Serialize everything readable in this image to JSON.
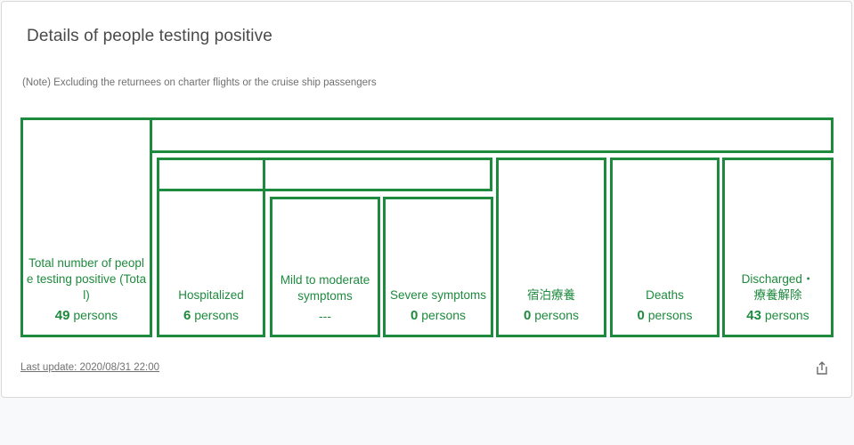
{
  "title": "Details of people testing positive",
  "note": "(Note) Excluding the returnees on charter flights or the cruise ship passengers",
  "cells": {
    "total": {
      "label": "Total number of peopl e testing positive (Total)",
      "value": "49",
      "unit": "persons"
    },
    "hospitalized": {
      "label": "Hospitalized",
      "value": "6",
      "unit": "persons"
    },
    "mild": {
      "label": "Mild to moderate symptoms",
      "value": "---"
    },
    "severe": {
      "label": "Severe symptoms",
      "value": "0",
      "unit": "persons"
    },
    "hotel": {
      "label": "宿泊療養",
      "value": "0",
      "unit": "persons"
    },
    "deaths": {
      "label": "Deaths",
      "value": "0",
      "unit": "persons"
    },
    "discharged": {
      "label": "Discharged・療養解除",
      "value": "43",
      "unit": "persons"
    }
  },
  "footer": {
    "last_update": "Last update: 2020/08/31 22:00"
  },
  "colors": {
    "accent": "#1e8a3e"
  },
  "icons": {
    "share": "share-icon"
  }
}
